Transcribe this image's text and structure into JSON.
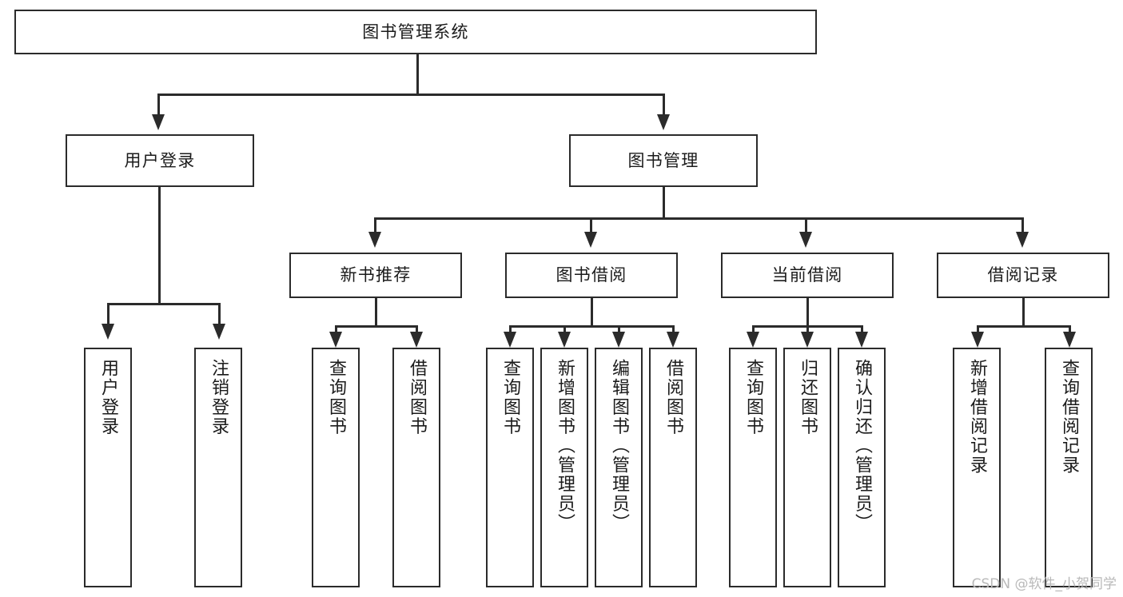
{
  "diagram": {
    "type": "tree-hierarchy-diagram",
    "title": "图书管理系统",
    "colors": {
      "stroke": "#2b2b2b",
      "fill": "#ffffff",
      "background": "#ffffff",
      "watermark": "#b9b9b9"
    },
    "levels": {
      "root": "图书管理系统",
      "level2": [
        "用户登录",
        "图书管理"
      ],
      "level3": [
        "新书推荐",
        "图书借阅",
        "当前借阅",
        "借阅记录"
      ]
    },
    "nodes": {
      "root": {
        "label": "图书管理系统",
        "orientation": "horizontal"
      },
      "user_login": {
        "label": "用户登录",
        "orientation": "horizontal"
      },
      "book_manage": {
        "label": "图书管理",
        "orientation": "horizontal"
      },
      "new_book_recommend": {
        "label": "新书推荐",
        "orientation": "horizontal"
      },
      "book_borrow": {
        "label": "图书借阅",
        "orientation": "horizontal"
      },
      "current_borrow": {
        "label": "当前借阅",
        "orientation": "horizontal"
      },
      "borrow_record": {
        "label": "借阅记录",
        "orientation": "horizontal"
      },
      "leaf_user_login": {
        "label": "用户登录",
        "orientation": "vertical"
      },
      "leaf_logout": {
        "label": "注销登录",
        "orientation": "vertical"
      },
      "leaf_query_book_1": {
        "label": "查询图书",
        "orientation": "vertical"
      },
      "leaf_borrow_book_1": {
        "label": "借阅图书",
        "orientation": "vertical"
      },
      "leaf_query_book_2": {
        "label": "查询图书",
        "orientation": "vertical"
      },
      "leaf_add_book": {
        "label": "新增图书（管理员）",
        "orientation": "vertical"
      },
      "leaf_edit_book": {
        "label": "编辑图书（管理员）",
        "orientation": "vertical"
      },
      "leaf_borrow_book_2": {
        "label": "借阅图书",
        "orientation": "vertical"
      },
      "leaf_query_book_3": {
        "label": "查询图书",
        "orientation": "vertical"
      },
      "leaf_return_book": {
        "label": "归还图书",
        "orientation": "vertical"
      },
      "leaf_confirm_return": {
        "label": "确认归还（管理员）",
        "orientation": "vertical"
      },
      "leaf_add_record": {
        "label": "新增借阅记录",
        "orientation": "vertical"
      },
      "leaf_query_record": {
        "label": "查询借阅记录",
        "orientation": "vertical"
      }
    },
    "edges": [
      {
        "from": "图书管理系统",
        "to": "用户登录"
      },
      {
        "from": "图书管理系统",
        "to": "图书管理"
      },
      {
        "from": "图书管理",
        "to": "新书推荐"
      },
      {
        "from": "图书管理",
        "to": "图书借阅"
      },
      {
        "from": "图书管理",
        "to": "当前借阅"
      },
      {
        "from": "图书管理",
        "to": "借阅记录"
      },
      {
        "from": "用户登录",
        "to": "用户登录"
      },
      {
        "from": "用户登录",
        "to": "注销登录"
      },
      {
        "from": "新书推荐",
        "to": "查询图书"
      },
      {
        "from": "新书推荐",
        "to": "借阅图书"
      },
      {
        "from": "图书借阅",
        "to": "查询图书"
      },
      {
        "from": "图书借阅",
        "to": "新增图书（管理员）"
      },
      {
        "from": "图书借阅",
        "to": "编辑图书（管理员）"
      },
      {
        "from": "图书借阅",
        "to": "借阅图书"
      },
      {
        "from": "当前借阅",
        "to": "查询图书"
      },
      {
        "from": "当前借阅",
        "to": "归还图书"
      },
      {
        "from": "当前借阅",
        "to": "确认归还（管理员）"
      },
      {
        "from": "借阅记录",
        "to": "新增借阅记录"
      },
      {
        "from": "借阅记录",
        "to": "查询借阅记录"
      }
    ]
  },
  "watermark": "CSDN @软件_小贺同学"
}
